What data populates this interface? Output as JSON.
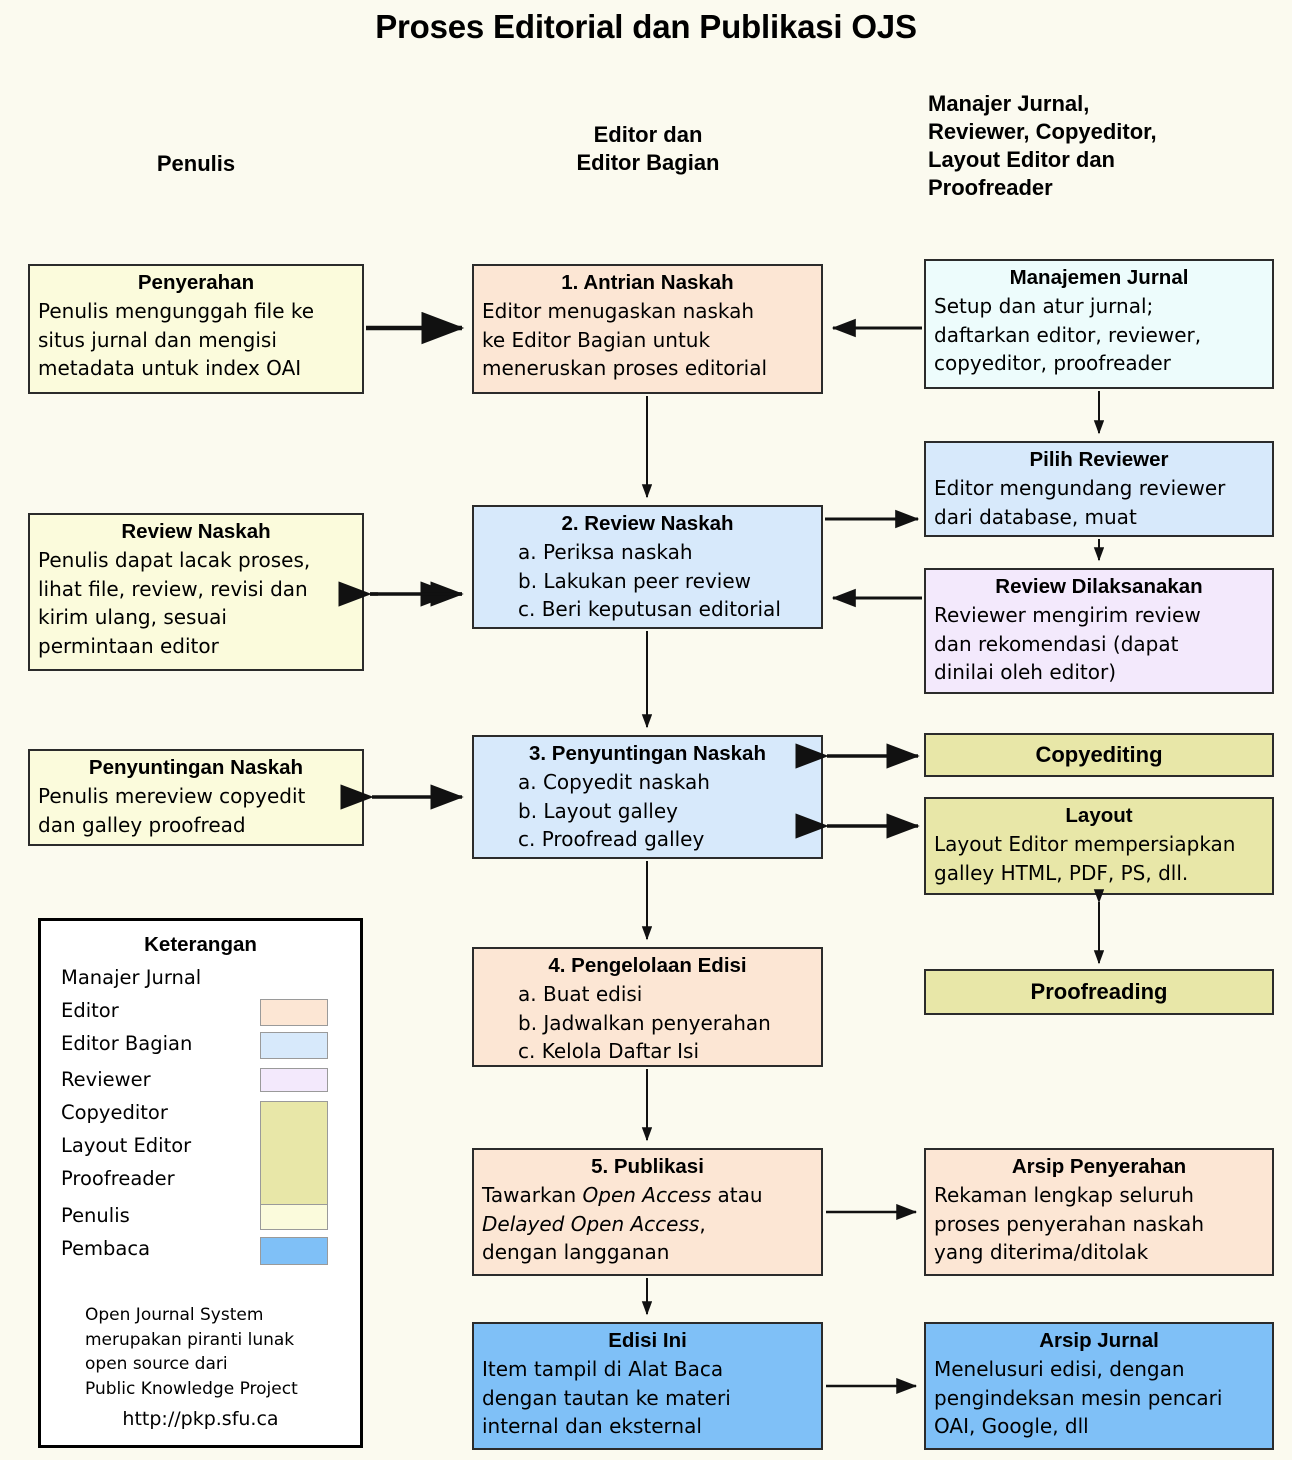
{
  "title": "Proses Editorial dan Publikasi OJS",
  "columns": {
    "penulis": "Penulis",
    "editor": "Editor dan\nEditor Bagian",
    "editor_l1": "Editor dan",
    "editor_l2": "Editor Bagian",
    "manajer_l1": "Manajer Jurnal,",
    "manajer_l2": "Reviewer, Copyeditor,",
    "manajer_l3": "Layout Editor dan",
    "manajer_l4": "Proofreader"
  },
  "boxes": {
    "penyerahan": {
      "title": "Penyerahan",
      "l1": "Penulis mengunggah file ke",
      "l2": "situs jurnal dan mengisi",
      "l3": "metadata untuk index OAI",
      "role": "Penulis"
    },
    "antrian": {
      "title": "1. Antrian Naskah",
      "l1": "Editor menugaskan naskah",
      "l2": "ke Editor Bagian untuk",
      "l3": "meneruskan proses editorial",
      "role": "Editor"
    },
    "manajemen": {
      "title": "Manajemen Jurnal",
      "l1": "Setup dan atur jurnal;",
      "l2": "daftarkan editor, reviewer,",
      "l3": "copyeditor, proofreader",
      "role": "Manajer Jurnal"
    },
    "pilih_reviewer": {
      "title": "Pilih Reviewer",
      "l1": "Editor mengundang reviewer",
      "l2": "dari database, muat",
      "role": "Editor Bagian"
    },
    "review_naskah_penulis": {
      "title": "Review Naskah",
      "l1": "Penulis dapat lacak proses,",
      "l2": "lihat file, review, revisi dan",
      "l3": "kirim ulang, sesuai",
      "l4": "permintaan editor",
      "role": "Penulis"
    },
    "review_naskah": {
      "title": "2. Review Naskah",
      "l1": "a. Periksa naskah",
      "l2": "b. Lakukan peer review",
      "l3": "c. Beri keputusan editorial",
      "role": "Editor Bagian"
    },
    "review_dilaksanakan": {
      "title": "Review Dilaksanakan",
      "l1": "Reviewer mengirim review",
      "l2": "dan rekomendasi (dapat",
      "l3": "dinilai oleh editor)",
      "role": "Reviewer"
    },
    "penyuntingan_penulis": {
      "title": "Penyuntingan Naskah",
      "l1": "Penulis mereview copyedit",
      "l2": "dan galley proofread",
      "role": "Penulis"
    },
    "penyuntingan": {
      "title": "3. Penyuntingan Naskah",
      "l1": "a. Copyedit naskah",
      "l2": "b. Layout galley",
      "l3": "c. Proofread galley",
      "role": "Editor Bagian"
    },
    "copyediting": {
      "title": "Copyediting",
      "role": "Copyeditor"
    },
    "layout": {
      "title": "Layout",
      "l1": "Layout Editor mempersiapkan",
      "l2": "galley HTML, PDF, PS, dll.",
      "role": "Layout Editor"
    },
    "proofreading": {
      "title": "Proofreading",
      "role": "Proofreader"
    },
    "pengelolaan": {
      "title": "4. Pengelolaan Edisi",
      "l1": "a. Buat edisi",
      "l2": "b. Jadwalkan penyerahan",
      "l3": "c. Kelola Daftar Isi",
      "role": "Editor"
    },
    "publikasi": {
      "title": "5. Publikasi",
      "l1a": "Tawarkan ",
      "l1i": "Open Access",
      "l1b": " atau",
      "l2i": "Delayed Open Access",
      "l2b": ",",
      "l3": "dengan langganan",
      "role": "Editor"
    },
    "arsip_penyerahan": {
      "title": "Arsip Penyerahan",
      "l1": "Rekaman lengkap seluruh",
      "l2": "proses penyerahan naskah",
      "l3": "yang diterima/ditolak",
      "role": "Editor"
    },
    "edisi_ini": {
      "title": "Edisi Ini",
      "l1": "Item tampil di Alat Baca",
      "l2": "dengan tautan ke materi",
      "l3": "internal dan eksternal",
      "role": "Pembaca"
    },
    "arsip_jurnal": {
      "title": "Arsip Jurnal",
      "l1": "Menelusuri edisi, dengan",
      "l2": "pengindeksan mesin pencari",
      "l3": "OAI, Google, dll",
      "role": "Pembaca"
    }
  },
  "legend": {
    "title": "Keterangan",
    "items": [
      {
        "label": "Manajer Jurnal",
        "color": "#edfcfc"
      },
      {
        "label": "Editor",
        "color": "#fce6d4"
      },
      {
        "label": "Editor Bagian",
        "color": "#d7e9fb"
      },
      {
        "label": "Reviewer",
        "color": "#f3e9fc"
      },
      {
        "label": "Copyeditor",
        "color": "#e8e7a8"
      },
      {
        "label": "Layout Editor",
        "color": "#e8e7a8"
      },
      {
        "label": "Proofreader",
        "color": "#e8e7a8"
      },
      {
        "label": "Penulis",
        "color": "#fbfbdc"
      },
      {
        "label": "Pembaca",
        "color": "#7fc0f7"
      }
    ],
    "note_l1": "Open Journal System",
    "note_l2": "merupakan piranti lunak",
    "note_l3": "open source dari",
    "note_l4": "Public Knowledge Project",
    "url": "http://pkp.sfu.ca"
  },
  "colors": {
    "background": "#fbfaef",
    "stroke": "#2b2b2b",
    "penulis": "#fbfbdc",
    "editor": "#fce6d4",
    "editor_bagian": "#d7e9fb",
    "manajer_jurnal": "#edfcfc",
    "reviewer": "#f3e9fc",
    "copyeditor": "#e8e7a8",
    "pembaca": "#7fc0f7"
  }
}
